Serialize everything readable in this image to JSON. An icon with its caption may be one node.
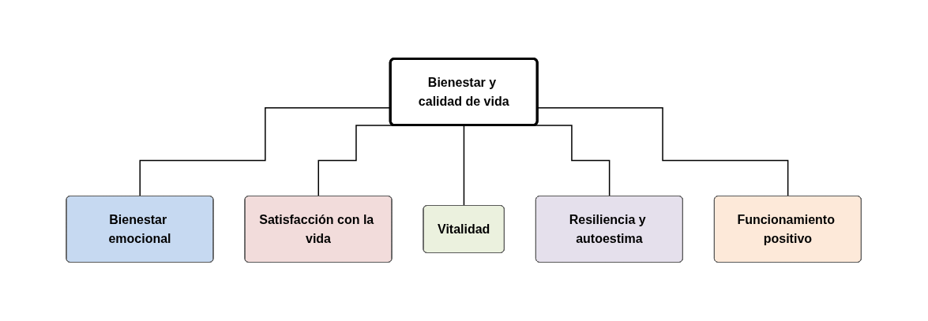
{
  "diagram": {
    "nodes": [
      {
        "text": [
          "Bienestar y calidad de vida"
        ]
      },
      {
        "text": [
          "Bienestar emocional"
        ]
      },
      {
        "text": [
          "Satisfacción con la vida"
        ]
      },
      {
        "text": [
          "Vitalidad"
        ]
      },
      {
        "text": [
          "Resiliencia y autoestima"
        ]
      },
      {
        "text": [
          "Funcionamiento positivo"
        ]
      }
    ],
    "edges": [
      {
        "from": 0,
        "to": 1,
        "arrow": "none"
      },
      {
        "from": 0,
        "to": 2,
        "arrow": "none"
      },
      {
        "from": 0,
        "to": 3,
        "arrow": "none"
      },
      {
        "from": 0,
        "to": 4,
        "arrow": "none"
      },
      {
        "from": 0,
        "to": 5,
        "arrow": "none"
      }
    ]
  }
}
